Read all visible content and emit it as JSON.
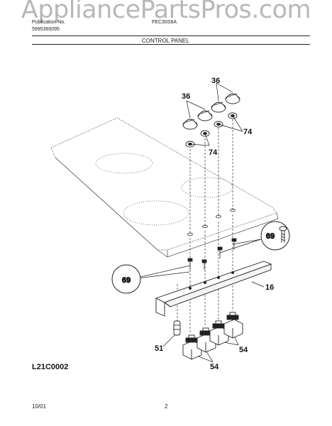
{
  "watermark": "AppliancePartsPros.com",
  "header": {
    "publication_label": "Publication No.",
    "publication_number": "5995360095",
    "model": "FEC30S6A",
    "section_title": "CONTROL PANEL"
  },
  "callouts": {
    "knob": "36",
    "knob_ring": "74",
    "screw": "69",
    "panel": "16",
    "connector": "51",
    "switch": "54"
  },
  "figure_id": "L21C0002",
  "footer": {
    "date": "10/01",
    "page": "2"
  }
}
